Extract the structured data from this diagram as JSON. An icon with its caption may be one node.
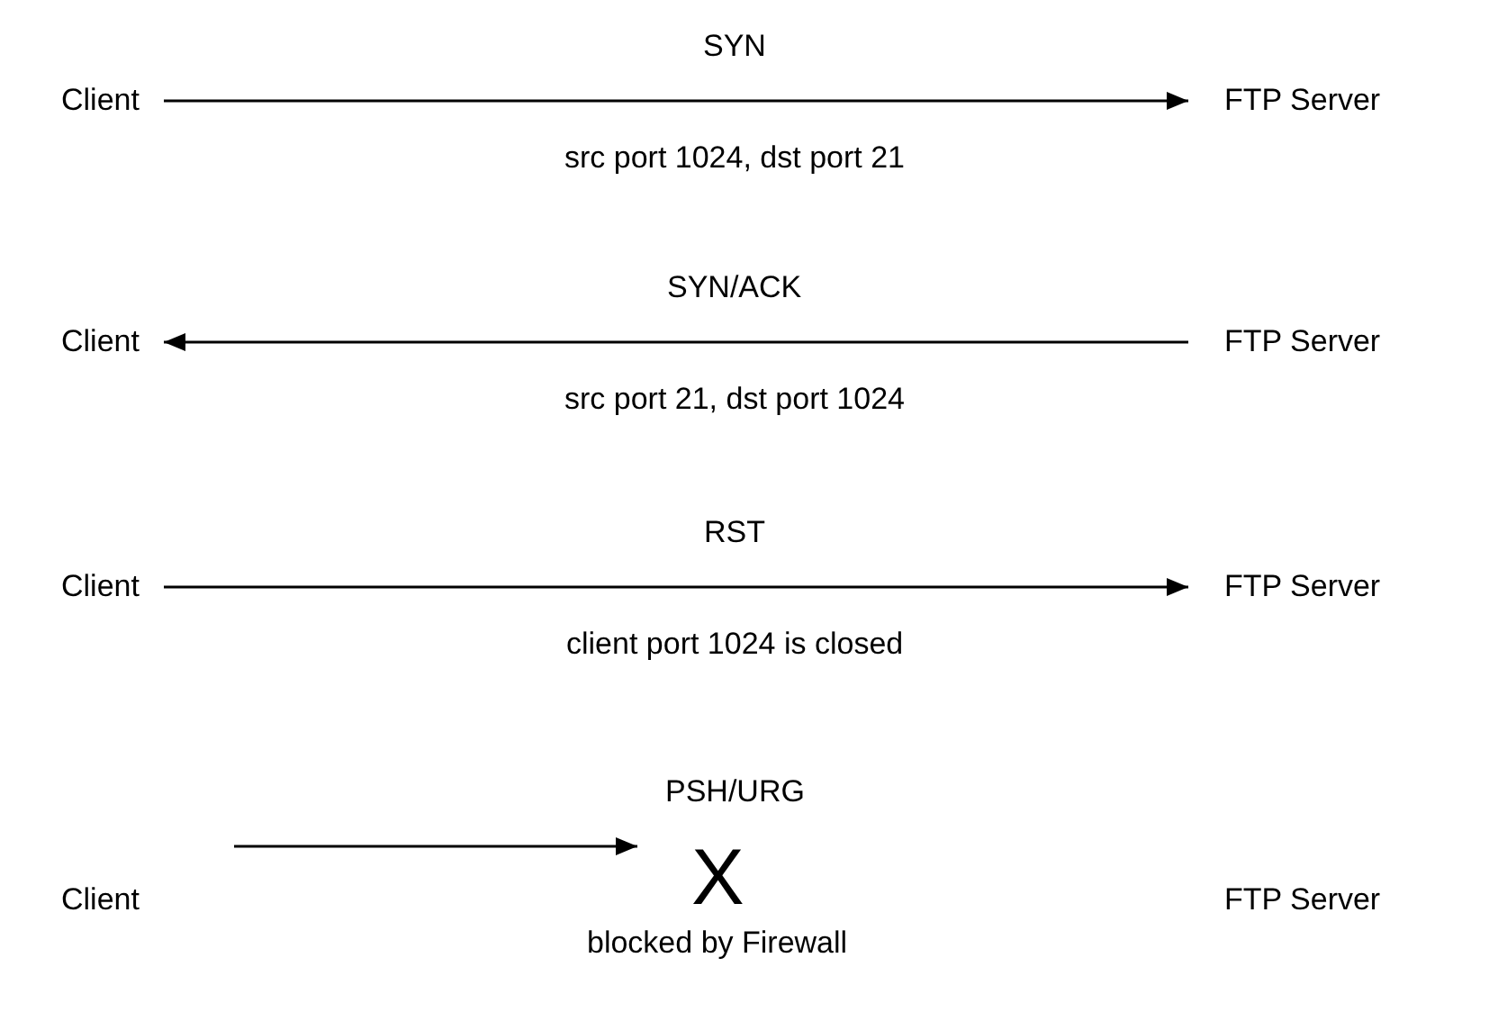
{
  "diagram": {
    "nodes": [
      {
        "text": [
          "Client"
        ]
      },
      {
        "text": [
          "FTP Server"
        ]
      },
      {
        "text": [
          "Client"
        ]
      },
      {
        "text": [
          "FTP Server"
        ]
      },
      {
        "text": [
          "Client"
        ]
      },
      {
        "text": [
          "FTP Server"
        ]
      },
      {
        "text": [
          "X"
        ],
        "beside": [
          "blocked by Firewall"
        ]
      },
      {
        "text": [
          "Client"
        ]
      },
      {
        "text": [
          "FTP Server"
        ]
      }
    ],
    "edges": [
      {
        "from": 0,
        "to": 1,
        "arrow": "to",
        "label": "SYN"
      },
      {
        "from": 3,
        "to": 2,
        "arrow": "to",
        "label": "SYN/ACK"
      },
      {
        "from": 4,
        "to": 5,
        "arrow": "to",
        "label": "RST"
      },
      {
        "from": null,
        "to": 6,
        "arrow": "to",
        "label": "PSH/URG"
      }
    ],
    "labels": [
      "src port 1024, dst port 21",
      "src port 21, dst port 1024",
      "client port 1024 is closed"
    ]
  }
}
